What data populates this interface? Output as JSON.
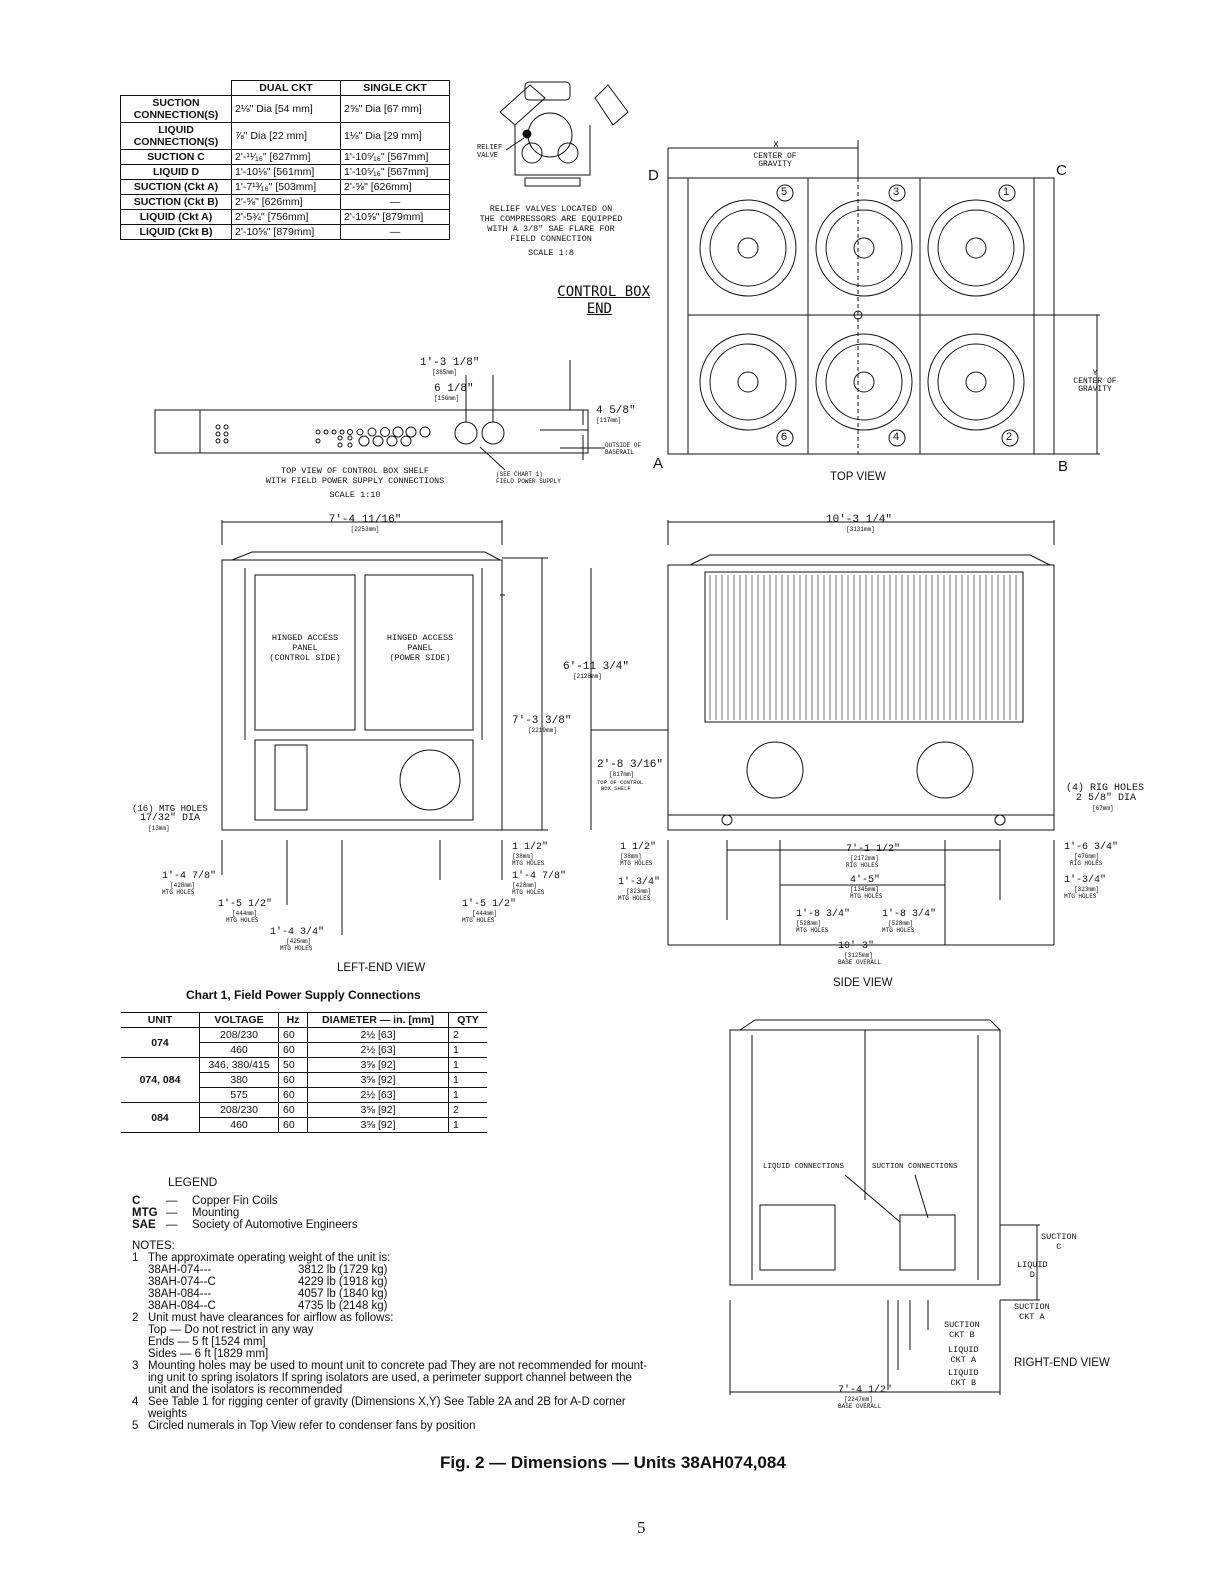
{
  "conn_table": {
    "col1": "DUAL CKT",
    "col2": "SINGLE CKT",
    "rows": [
      {
        "label": "SUCTION CONNECTION(S)",
        "dual": "2⅛\" Dia [54 mm]",
        "single": "2⅝\" Dia [67 mm]"
      },
      {
        "label": "LIQUID CONNECTION(S)",
        "dual": "⅞\" Dia [22 mm]",
        "single": "1⅛\" Dia [29 mm]"
      },
      {
        "label": "SUCTION C",
        "dual": "2'-¹¹⁄₁₆\" [627mm]",
        "single": "1'-10⁵⁄₁₆\" [567mm]"
      },
      {
        "label": "LIQUID D",
        "dual": "1'-10⅛\" [561mm]",
        "single": "1'-10⁵⁄₁₆\" [567mm]"
      },
      {
        "label": "SUCTION (Ckt A)",
        "dual": "1'-7¹³⁄₁₆\" [503mm]",
        "single": "2'-⅝\" [626mm]"
      },
      {
        "label": "SUCTION (Ckt B)",
        "dual": "2'-⅝\" [626mm]",
        "single": "—"
      },
      {
        "label": "LIQUID (Ckt A)",
        "dual": "2'-5¾\" [756mm]",
        "single": "2'-10⅝\" [879mm]"
      },
      {
        "label": "LIQUID (Ckt B)",
        "dual": "2'-10⅝\" [879mm]",
        "single": "—"
      }
    ]
  },
  "relief": {
    "valve_label_1": "RELIEF",
    "valve_label_2": "VALVE",
    "note_1": "RELIEF VALVES LOCATED ON",
    "note_2": "THE COMPRESSORS ARE EQUIPPED",
    "note_3": "WITH A 3/8\" SAE FLARE FOR",
    "note_4": "FIELD CONNECTION",
    "scale": "SCALE 1:8"
  },
  "control_box": {
    "title_1": "CONTROL BOX",
    "title_2": "END",
    "dim_1": "1'-3 1/8\"",
    "dim_1_mm": "[385mm]",
    "dim_2": "6 1/8\"",
    "dim_2_mm": "[156mm]",
    "dim_3": "4 5/8\"",
    "dim_3_mm": "[117mm]",
    "outside_1": "OUTSIDE OF",
    "outside_2": "BASERAIL",
    "caption_1": "TOP VIEW OF CONTROL BOX SHELF",
    "caption_2": "WITH FIELD POWER SUPPLY CONNECTIONS",
    "caption_3": "SCALE 1:10",
    "see_chart_1": "(SEE CHART 1)",
    "see_chart_2": "FIELD POWER SUPPLY"
  },
  "top_view": {
    "x_label": "X",
    "cog_1": "CENTER OF",
    "cog_2": "GRAVITY",
    "y_label": "Y",
    "corner_a": "A",
    "corner_b": "B",
    "corner_c": "C",
    "corner_d": "D",
    "fans_top": [
      "5",
      "3",
      "1"
    ],
    "fans_bottom": [
      "6",
      "4",
      "2"
    ],
    "title": "TOP VIEW"
  },
  "left_view": {
    "width": "7'-4 11/16\"",
    "width_mm": "[2253mm]",
    "panel_ctrl_1": "HINGED ACCESS",
    "panel_ctrl_2": "PANEL",
    "panel_ctrl_3": "(CONTROL SIDE)",
    "panel_pwr_1": "HINGED ACCESS",
    "panel_pwr_2": "PANEL",
    "panel_pwr_3": "(POWER SIDE)",
    "height_1": "6'-11 3/4\"",
    "height_1_mm": "[2128mm]",
    "height_2": "7'-3 3/8\"",
    "height_2_mm": "[2219mm]",
    "mtg_holes_1": "(16) MTG HOLES",
    "mtg_holes_2": "17/32\" DIA",
    "mtg_holes_mm": "[13mm]",
    "d1": "1'-4 7/8\"",
    "d1_mm": "[428mm]",
    "d1_lbl": "MTG HOLES",
    "d2": "1'-5 1/2\"",
    "d2_mm": "[444mm]",
    "d2_lbl": "MTG HOLES",
    "d3": "1'-4 3/4\"",
    "d3_mm": "[425mm]",
    "d3_lbl": "MTG HOLES",
    "d4": "1 1/2\"",
    "d4_mm": "[38mm]",
    "d4_lbl": "MTG HOLES",
    "d5": "1'-4 7/8\"",
    "d5_mm": "[428mm]",
    "d5_lbl": "MTG HOLES",
    "d6": "1'-5 1/2\"",
    "d6_mm": "[444mm]",
    "d6_lbl": "MTG HOLES",
    "title": "LEFT-END VIEW"
  },
  "side_view": {
    "length": "10'-3 1/4\"",
    "length_mm": "[3131mm]",
    "shelf": "2'-8 3/16\"",
    "shelf_mm": "[817mm]",
    "shelf_lbl_1": "TOP OF CONTROL",
    "shelf_lbl_2": "BOX SHELF",
    "rig_1": "(4) RIG HOLES",
    "rig_2": "2 5/8\" DIA",
    "rig_mm": "[67mm]",
    "s1": "1 1/2\"",
    "s1_mm": "[38mm]",
    "s1_lbl": "MTG HOLES",
    "s2": "1'-3/4\"",
    "s2_mm": "[323mm]",
    "s2_lbl": "MTG HOLES",
    "s3": "7'-1 1/2\"",
    "s3_mm": "[2172mm]",
    "s3_lbl": "RIG HOLES",
    "s4": "4'-5\"",
    "s4_mm": "[1345mm]",
    "s4_lbl": "MTG HOLES",
    "s5": "1'-8 3/4\"",
    "s5_mm": "[528mm]",
    "s5_lbl": "MTG HOLES",
    "s6": "1'-8 3/4\"",
    "s6_mm": "[528mm]",
    "s6_lbl": "MTG HOLES",
    "s7": "10'-3\"",
    "s7_mm": "[3125mm]",
    "s7_lbl": "BASE OVERALL",
    "s8": "1'-6 3/4\"",
    "s8_mm": "[476mm]",
    "s8_lbl": "RIG HOLES",
    "s9": "1'-3/4\"",
    "s9_mm": "[323mm]",
    "s9_lbl": "MTG HOLES",
    "title": "SIDE VIEW"
  },
  "chart1": {
    "title": "Chart 1, Field Power Supply Connections",
    "headers": [
      "UNIT",
      "VOLTAGE",
      "Hz",
      "DIAMETER — in. [mm]",
      "QTY"
    ],
    "groups": [
      {
        "unit": "074",
        "rows": [
          [
            "208/230",
            "60",
            "2½ [63]",
            "2"
          ],
          [
            "460",
            "60",
            "2½ [63]",
            "1"
          ]
        ]
      },
      {
        "unit": "074, 084",
        "rows": [
          [
            "346, 380/415",
            "50",
            "3⅝ [92]",
            "1"
          ],
          [
            "380",
            "60",
            "3⅝ [92]",
            "1"
          ],
          [
            "575",
            "60",
            "2½ [63]",
            "1"
          ]
        ]
      },
      {
        "unit": "084",
        "rows": [
          [
            "208/230",
            "60",
            "3⅝ [92]",
            "2"
          ],
          [
            "460",
            "60",
            "3⅝ [92]",
            "1"
          ]
        ]
      }
    ]
  },
  "legend": {
    "title": "LEGEND",
    "items": [
      {
        "abbr": "C",
        "dash": "—",
        "text": "Copper Fin Coils"
      },
      {
        "abbr": "MTG",
        "dash": "—",
        "text": "Mounting"
      },
      {
        "abbr": "SAE",
        "dash": "—",
        "text": "Society of Automotive Engineers"
      }
    ]
  },
  "notes": {
    "title": "NOTES:",
    "n1": "The approximate operating weight of the unit is:",
    "weights": [
      {
        "model": "38AH-074---",
        "weight": "3812 lb (1729 kg)"
      },
      {
        "model": "38AH-074--C",
        "weight": "4229 lb (1918 kg)"
      },
      {
        "model": "38AH-084---",
        "weight": "4057 lb (1840 kg)"
      },
      {
        "model": "38AH-084--C",
        "weight": "4735 lb (2148 kg)"
      }
    ],
    "n2": "Unit must have clearances for airflow as follows:",
    "n2_top": "Top — Do not restrict in any way",
    "n2_ends": "Ends — 5 ft [1524 mm]",
    "n2_sides": "Sides — 6 ft [1829 mm]",
    "n3a": "Mounting holes may be used to mount unit to concrete pad They are not recommended for mount-",
    "n3b": "ing unit to spring isolators If spring isolators are used, a perimeter support channel between the",
    "n3c": "unit and the isolators is recommended",
    "n4a": "See Table 1 for rigging center of gravity (Dimensions X,Y) See Table 2A and 2B for A-D corner",
    "n4b": "weights",
    "n5": "Circled numerals in Top View refer to condenser fans by position"
  },
  "right_view": {
    "liquid_conn": "LIQUID CONNECTIONS",
    "suction_conn": "SUCTION CONNECTIONS",
    "suction_c_1": "SUCTION",
    "suction_c_2": "C",
    "liquid_d_1": "LIQUID",
    "liquid_d_2": "D",
    "suction_a_1": "SUCTION",
    "suction_a_2": "CKT A",
    "suction_b_1": "SUCTION",
    "suction_b_2": "CKT B",
    "liquid_a_1": "LIQUID",
    "liquid_a_2": "CKT A",
    "liquid_b_1": "LIQUID",
    "liquid_b_2": "CKT B",
    "width": "7'-4 1/2\"",
    "width_mm": "[2247mm]",
    "width_lbl": "BASE OVERALL",
    "title": "RIGHT-END VIEW"
  },
  "figure_caption": "Fig. 2 — Dimensions — Units 38AH074,084",
  "page_number": "5"
}
